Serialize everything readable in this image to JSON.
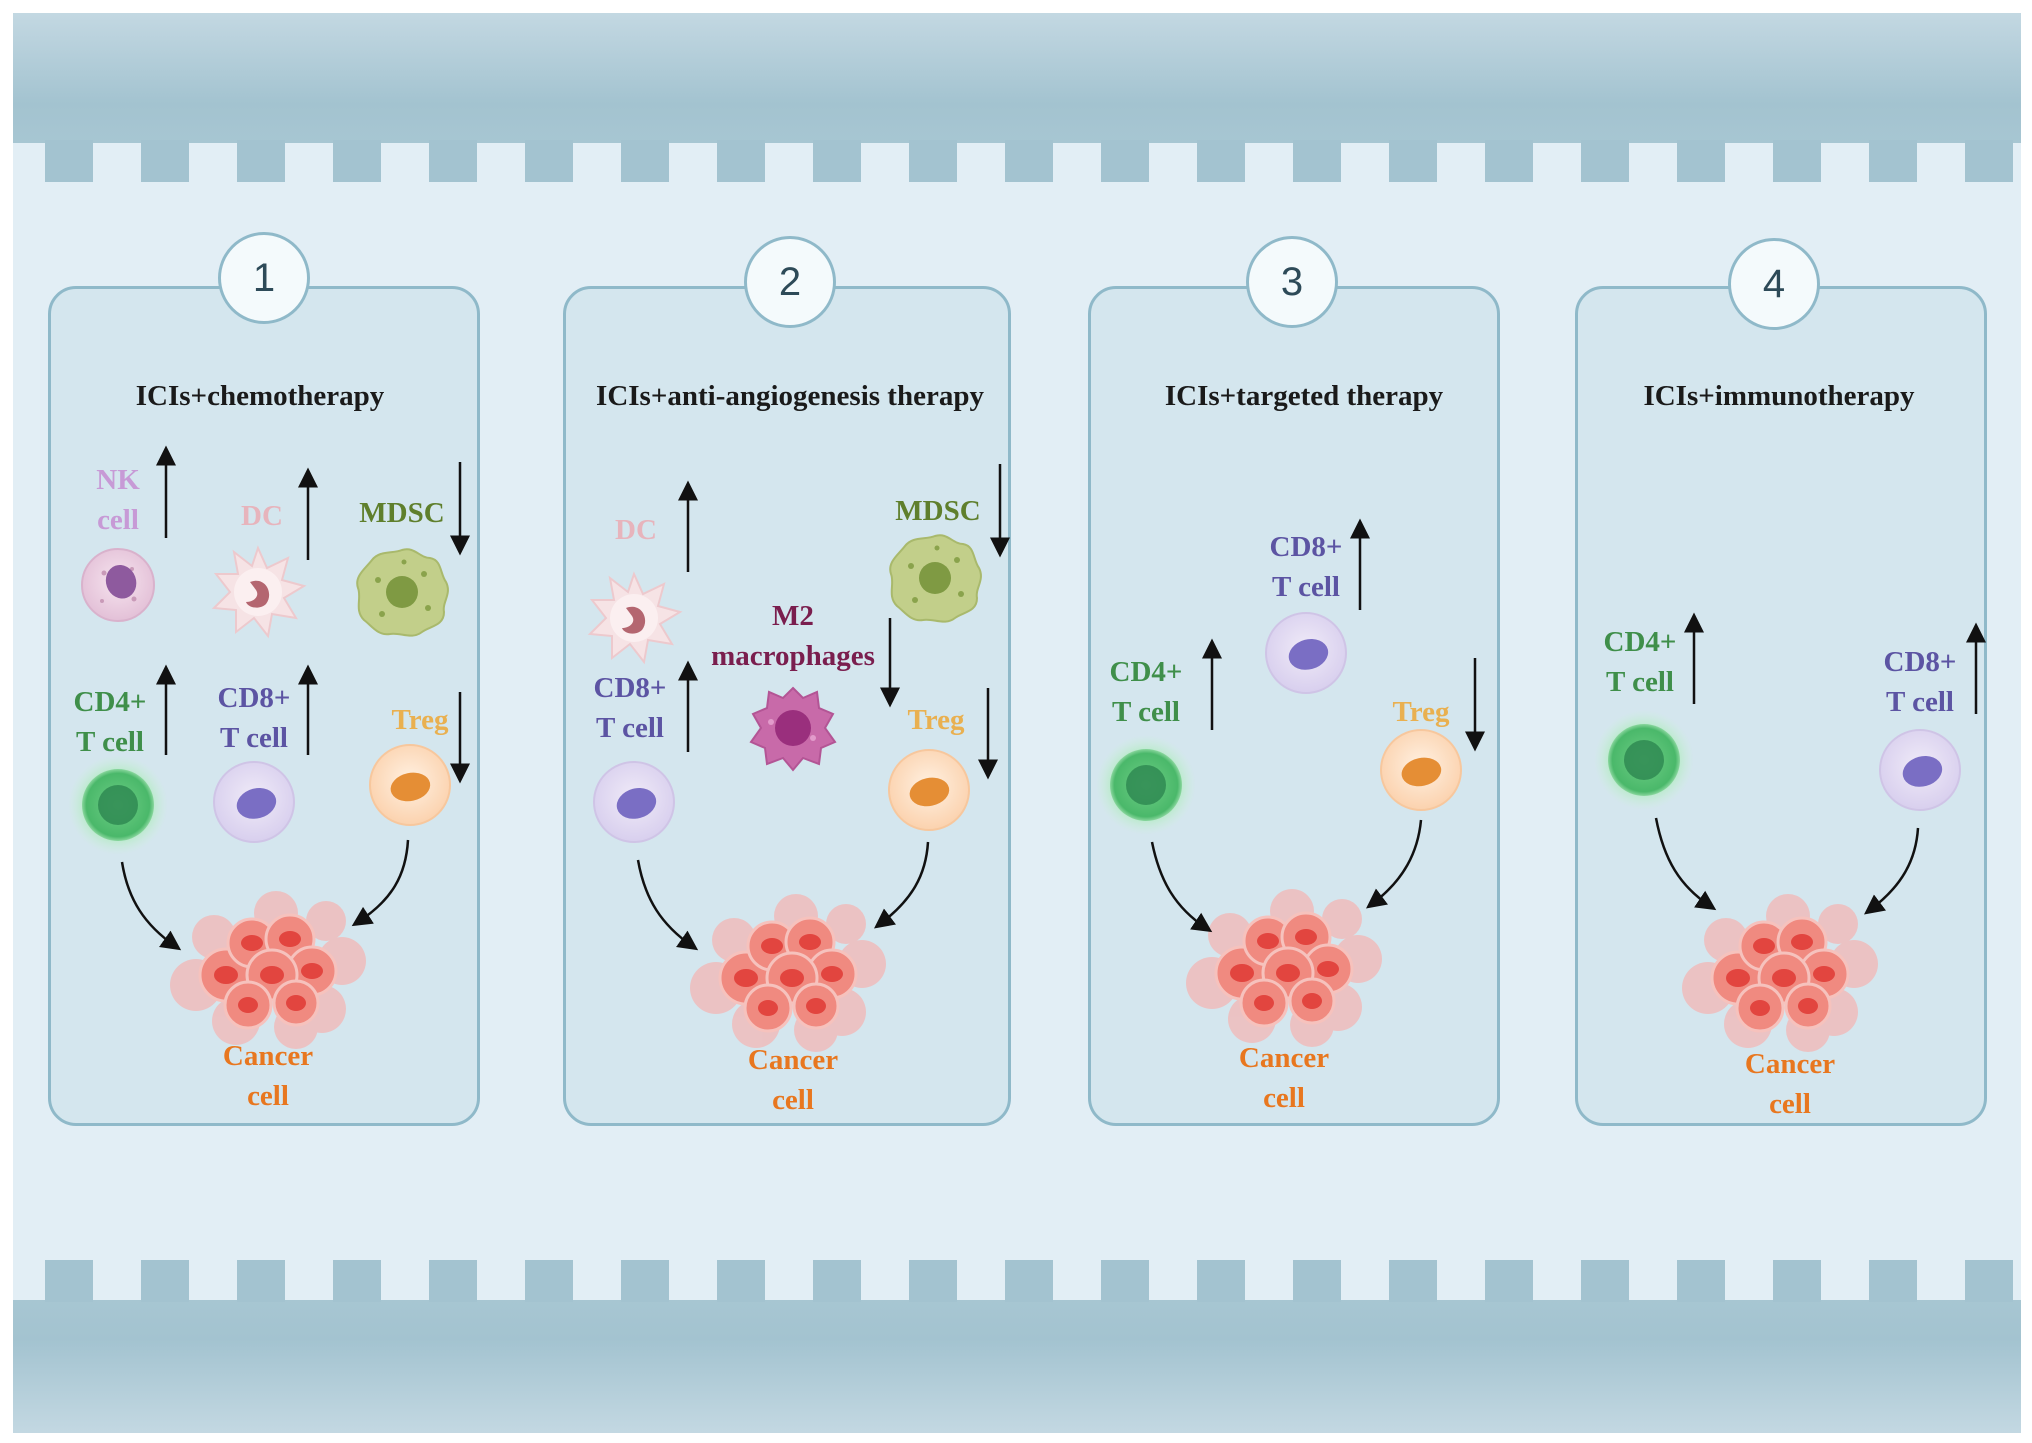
{
  "panels": [
    {
      "number": "1",
      "title": "ICIs+chemotherapy",
      "nk_label": "NK\ncell",
      "dc_label": "DC",
      "mdsc_label": "MDSC",
      "cd4_label": "CD4+\nT cell",
      "cd8_label": "CD8+\nT cell",
      "treg_label": "Treg",
      "cancer_label": "Cancer\ncell"
    },
    {
      "number": "2",
      "title": "ICIs+anti-angiogenesis therapy",
      "dc_label": "DC",
      "mdsc_label": "MDSC",
      "m2_label": "M2\nmacrophages",
      "cd8_label": "CD8+\nT cell",
      "treg_label": "Treg",
      "cancer_label": "Cancer\ncell"
    },
    {
      "number": "3",
      "title": "ICIs+targeted therapy",
      "cd8_label": "CD8+\nT cell",
      "cd4_label": "CD4+\nT cell",
      "treg_label": "Treg",
      "cancer_label": "Cancer\ncell"
    },
    {
      "number": "4",
      "title": "ICIs+immunotherapy",
      "cd4_label": "CD4+\nT cell",
      "cd8_label": "CD8+\nT cell",
      "cancer_label": "Cancer\ncell"
    }
  ],
  "colors": {
    "nk": "#c79ad6",
    "dc": "#e7b4bc",
    "mdsc": "#5f7f2c",
    "cd4": "#3f8f4a",
    "cd8": "#5c54a3",
    "treg": "#e9b050",
    "m2": "#7a1e4e",
    "cancer": "#e8771f"
  },
  "regulation": {
    "up": "increased",
    "down": "decreased"
  }
}
